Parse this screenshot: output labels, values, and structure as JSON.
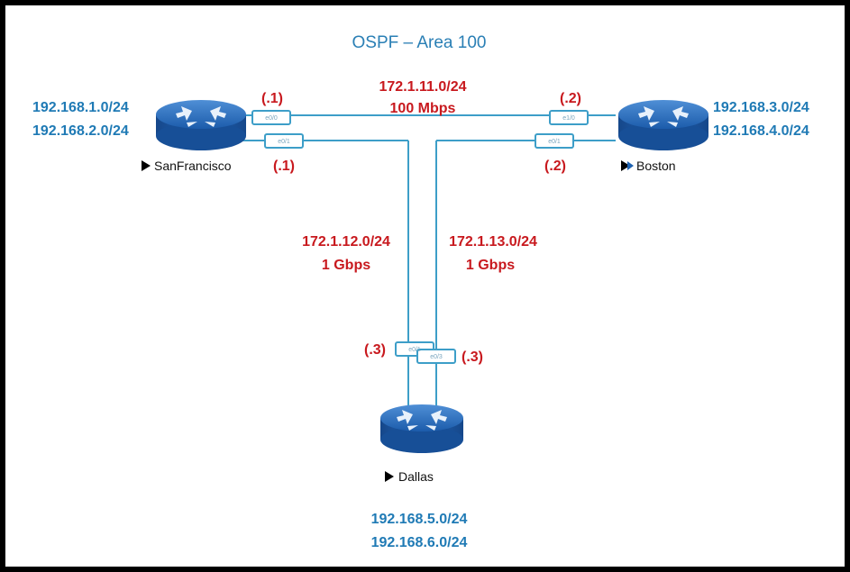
{
  "title": "OSPF – Area 100",
  "colors": {
    "link": "#3d9ec8",
    "label_red": "#c8191e",
    "label_blue": "#1f7ab5",
    "router": "#1f62b0"
  },
  "routers": {
    "sf": {
      "name": "SanFrancisco",
      "networks": [
        "192.168.1.0/24",
        "192.168.2.0/24"
      ]
    },
    "boston": {
      "name": "Boston",
      "networks": [
        "192.168.3.0/24",
        "192.168.4.0/24"
      ]
    },
    "dallas": {
      "name": "Dallas",
      "networks": [
        "192.168.5.0/24",
        "192.168.6.0/24"
      ]
    }
  },
  "links": {
    "sf_boston": {
      "subnet": "172.1.11.0/24",
      "speed": "100 Mbps"
    },
    "sf_dallas": {
      "subnet": "172.1.12.0/24",
      "speed": "1 Gbps"
    },
    "boston_dallas": {
      "subnet": "172.1.13.0/24",
      "speed": "1 Gbps"
    }
  },
  "hosts": {
    "sf_top": "(.1)",
    "sf_bottom": "(.1)",
    "boston_top": "(.2)",
    "boston_bottom": "(.2)",
    "dallas_left": "(.3)",
    "dallas_right": "(.3)"
  },
  "interfaces": {
    "sf_top": "e0/0",
    "sf_bottom": "e0/1",
    "boston_top": "e1/0",
    "boston_bottom": "e0/1",
    "dallas_left": "e0/1",
    "dallas_right": "e0/3"
  }
}
